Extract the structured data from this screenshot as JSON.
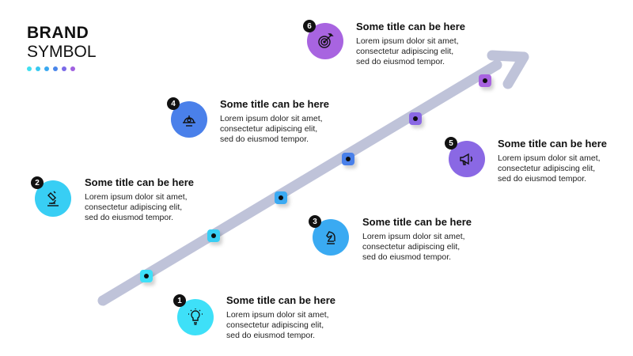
{
  "brand": {
    "line1": "BRAND",
    "line2": "SYMBOL",
    "dot_colors": [
      "#40e0f0",
      "#38c8f0",
      "#3aa8f0",
      "#4a86ea",
      "#7a6ae8",
      "#a060e0"
    ]
  },
  "arrow": {
    "color": "#bfc3d9"
  },
  "steps": [
    {
      "number": "1",
      "title": "Some title can be here",
      "body": [
        "Lorem ipsum dolor sit amet,",
        "consectetur adipiscing elit,",
        "sed do eiusmod tempor."
      ],
      "color": "#3ee0f8",
      "icon": "lightbulb-icon"
    },
    {
      "number": "2",
      "title": "Some title can be here",
      "body": [
        "Lorem ipsum dolor sit amet,",
        "consectetur adipiscing elit,",
        "sed do eiusmod tempor."
      ],
      "color": "#38cef4",
      "icon": "microscope-icon"
    },
    {
      "number": "3",
      "title": "Some title can be here",
      "body": [
        "Lorem ipsum dolor sit amet,",
        "consectetur adipiscing elit,",
        "sed do eiusmod tempor."
      ],
      "color": "#3aaaf2",
      "icon": "chess-knight-icon"
    },
    {
      "number": "4",
      "title": "Some title can be here",
      "body": [
        "Lorem ipsum dolor sit amet,",
        "consectetur adipiscing elit,",
        "sed do eiusmod tempor."
      ],
      "color": "#4a80ea",
      "icon": "helmet-gear-icon"
    },
    {
      "number": "5",
      "title": "Some title can be here",
      "body": [
        "Lorem ipsum dolor sit amet,",
        "consectetur adipiscing elit,",
        "sed do eiusmod tempor."
      ],
      "color": "#8a68e4",
      "icon": "megaphone-icon"
    },
    {
      "number": "6",
      "title": "Some title can be here",
      "body": [
        "Lorem ipsum dolor sit amet,",
        "consectetur adipiscing elit,",
        "sed do eiusmod tempor."
      ],
      "color": "#a864e0",
      "icon": "target-arrow-icon"
    }
  ],
  "markers": [
    {
      "color": "#3ee0f8"
    },
    {
      "color": "#38cef4"
    },
    {
      "color": "#3aaaf2"
    },
    {
      "color": "#4a80ea"
    },
    {
      "color": "#8a68e4"
    },
    {
      "color": "#a864e0"
    }
  ]
}
